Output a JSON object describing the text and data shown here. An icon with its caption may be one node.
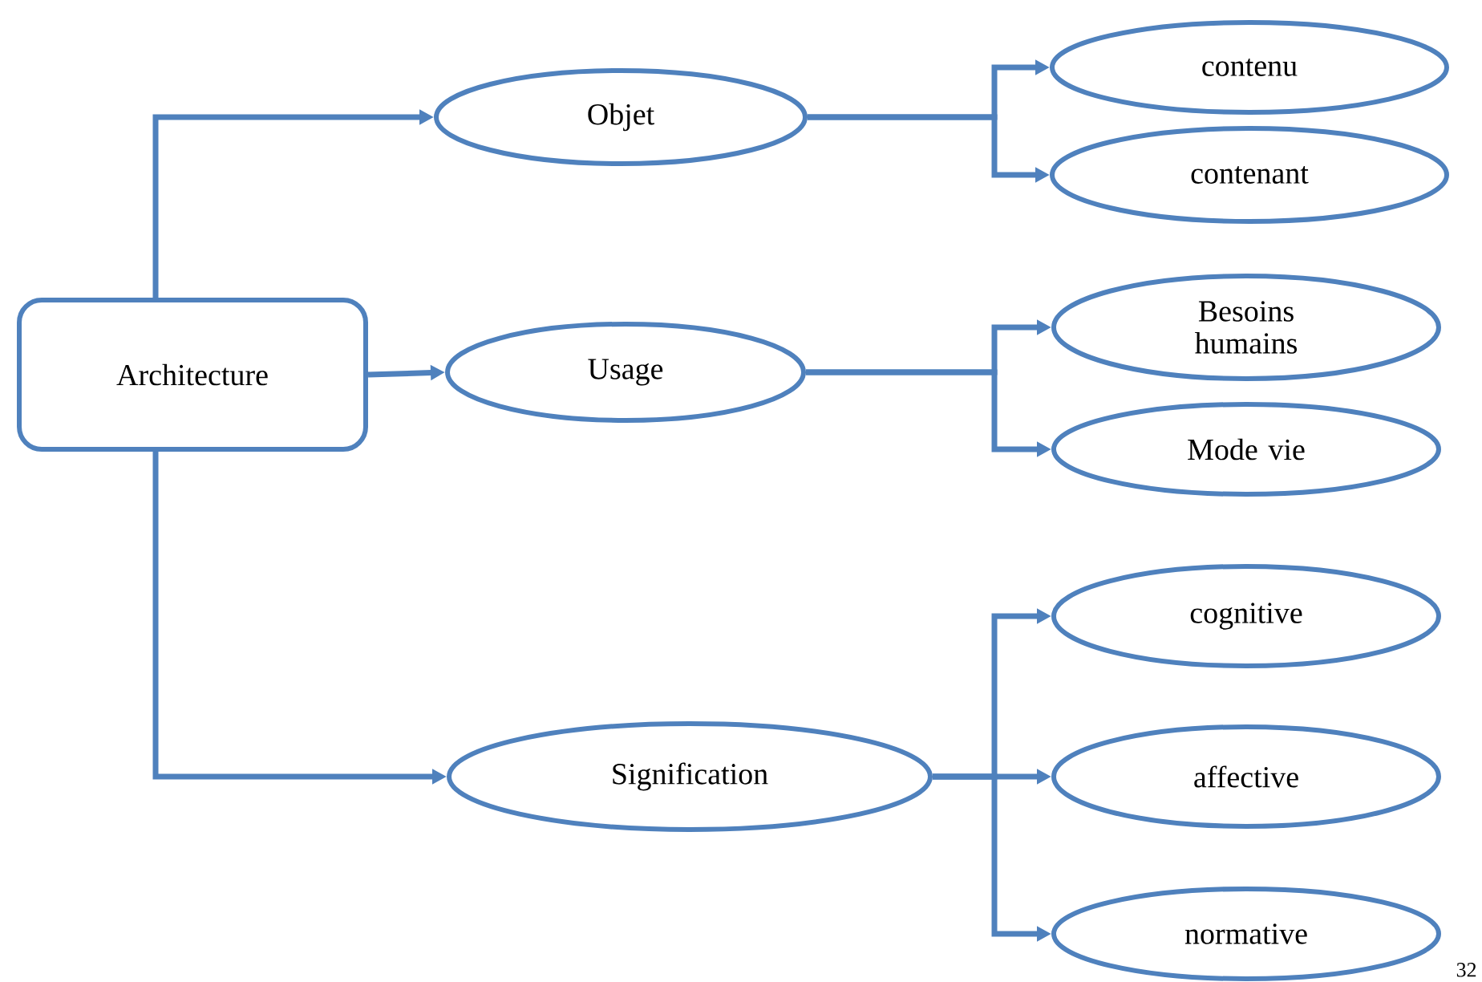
{
  "diagram": {
    "nodes": [
      {
        "text": [
          "Architecture"
        ]
      },
      {
        "text": [
          "Objet"
        ]
      },
      {
        "text": [
          "Usage"
        ]
      },
      {
        "text": [
          "Signification"
        ]
      },
      {
        "text": [
          "contenu"
        ]
      },
      {
        "text": [
          "contenant"
        ]
      },
      {
        "text": [
          "Besoins humains"
        ]
      },
      {
        "text": [
          "Mode vie"
        ]
      },
      {
        "text": [
          "cognitive"
        ]
      },
      {
        "text": [
          "affective"
        ]
      },
      {
        "text": [
          "normative"
        ]
      }
    ],
    "edges": [
      {
        "from": 0,
        "to": 1,
        "arrow": "to"
      },
      {
        "from": 0,
        "to": 2,
        "arrow": "to"
      },
      {
        "from": 0,
        "to": 3,
        "arrow": "to"
      },
      {
        "from": 1,
        "to": 4,
        "arrow": "to"
      },
      {
        "from": 1,
        "to": 5,
        "arrow": "to"
      },
      {
        "from": 2,
        "to": 6,
        "arrow": "to"
      },
      {
        "from": 2,
        "to": 7,
        "arrow": "to"
      },
      {
        "from": 3,
        "to": 8,
        "arrow": "to"
      },
      {
        "from": 3,
        "to": 9,
        "arrow": "to"
      },
      {
        "from": 3,
        "to": 10,
        "arrow": "to"
      }
    ],
    "labels": [
      "32"
    ]
  }
}
